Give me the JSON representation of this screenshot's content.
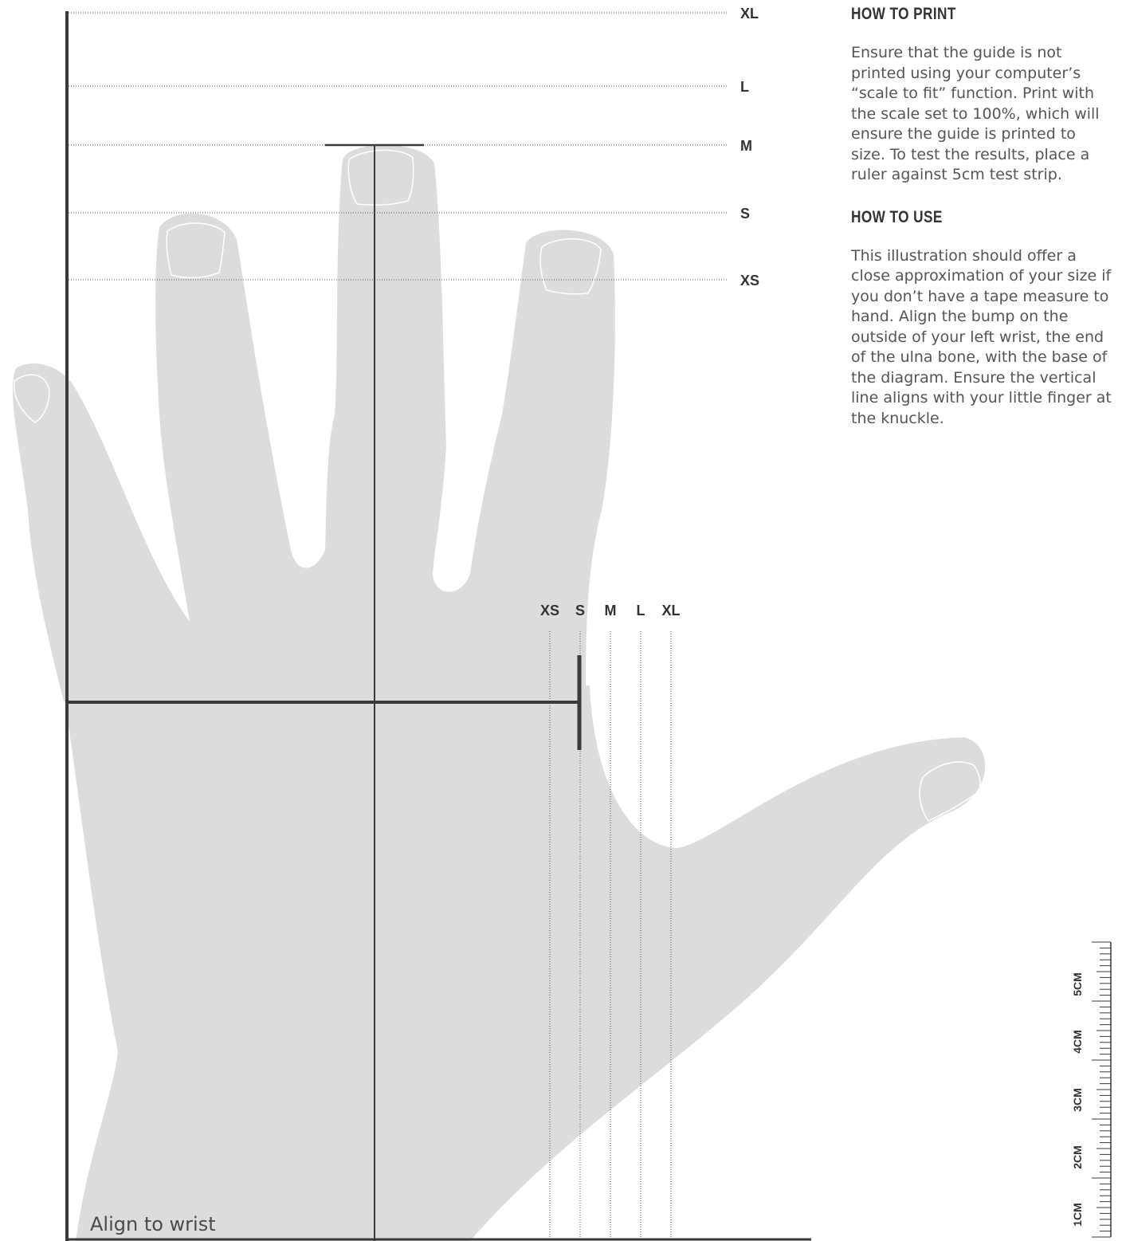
{
  "how_to_print": {
    "title": "HOW TO PRINT",
    "body": "Ensure that the guide is not printed using your computer’s “scale to fit” function. Print with the scale set to 100%, which will ensure the guide is printed to size. To test the results, place a ruler against 5cm test strip."
  },
  "how_to_use": {
    "title": "HOW TO USE",
    "body": "This illustration should offer a close approximation of your size if you don’t have a tape measure to hand. Align the bump on the outside of your left wrist, the end of the ulna bone, with the base of the diagram. Ensure the vertical line aligns with your little finger at the knuckle."
  },
  "length_sizes": [
    "XL",
    "L",
    "M",
    "S",
    "XS"
  ],
  "width_sizes": [
    "XS",
    "S",
    "M",
    "L",
    "XL"
  ],
  "align_label": "Align to wrist",
  "ruler_labels": [
    "5CM",
    "4CM",
    "3CM",
    "2CM",
    "1CM"
  ],
  "colors": {
    "hand": "#dcdcdc",
    "lines": "#3a3a3a",
    "text": "#555555"
  }
}
